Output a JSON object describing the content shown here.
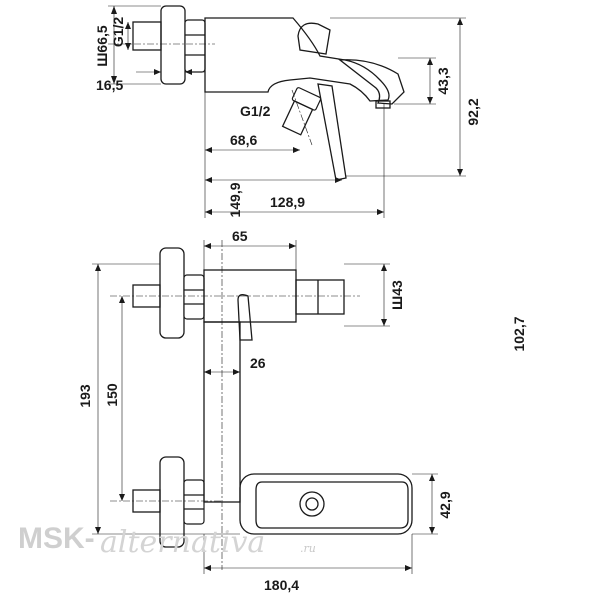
{
  "side_view": {
    "dia_flange": "Ш66,5",
    "thread_inlet": "G1/2",
    "dim_16_5": "16,5",
    "thread_outlet": "G1/2",
    "dim_68_6": "68,6",
    "dim_149_9": "149,9",
    "dim_128_9": "128,9",
    "dim_43_3": "43,3",
    "dim_92_2": "92,2"
  },
  "front_view": {
    "dim_65": "65",
    "dia_43": "Ш43",
    "dim_26": "26",
    "dim_193": "193",
    "dim_150": "150",
    "dim_102_7": "102,7",
    "dim_42_9": "42,9",
    "dim_180_4": "180,4"
  },
  "watermark": {
    "brand_left": "MSK-",
    "brand_script": "alternativa",
    "brand_suffix": ".ru"
  },
  "colors": {
    "line": "#1a1a1a",
    "watermark": "#cfcfcf"
  }
}
